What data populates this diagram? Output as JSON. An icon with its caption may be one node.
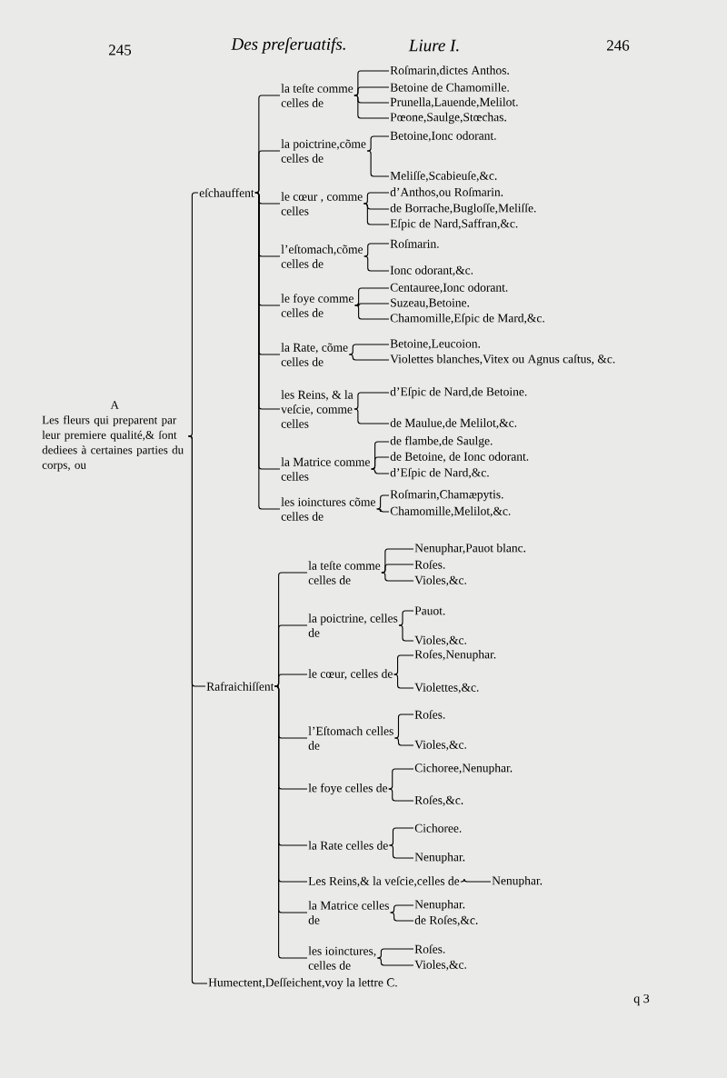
{
  "diagram": {
    "nodes": [
      {
        "text": [
          "A",
          "Les fleurs qui preparent par leur premiere qualité,& ſont dediees à certaines parties du corps, ou"
        ]
      },
      {
        "text": [
          "eſchauffent"
        ]
      },
      {
        "text": [
          "la teſte comme celles de"
        ]
      },
      {
        "text": [
          "Roſmarin,dictes Anthos."
        ]
      },
      {
        "text": [
          "Betoine de Chamomille."
        ]
      },
      {
        "text": [
          "Prunella,Lauende,Melilot."
        ]
      },
      {
        "text": [
          "Pœone,Saulge,Stœchas."
        ]
      },
      {
        "text": [
          "la poictrine,cõme celles de"
        ]
      },
      {
        "text": [
          "Betoine,Ionc odorant."
        ]
      },
      {
        "text": [
          "Meliſſe,Scabieuſe,&c."
        ]
      },
      {
        "text": [
          "le cœur , comme celles"
        ]
      },
      {
        "text": [
          "d’Anthos,ou Roſmarin."
        ]
      },
      {
        "text": [
          "de Borrache,Bugloſſe,Meliſſe."
        ]
      },
      {
        "text": [
          "Eſpic de Nard,Saffran,&c."
        ]
      },
      {
        "text": [
          "l’eſtomach,cõme celles de"
        ]
      },
      {
        "text": [
          "Roſmarin."
        ]
      },
      {
        "text": [
          "Ionc odorant,&c."
        ]
      },
      {
        "text": [
          "le foye comme celles de"
        ]
      },
      {
        "text": [
          "Centauree,Ionc odorant."
        ]
      },
      {
        "text": [
          "Suzeau,Betoine."
        ]
      },
      {
        "text": [
          "Chamomille,Eſpic de Mard,&c."
        ]
      },
      {
        "text": [
          "la Rate, cõme celles de"
        ]
      },
      {
        "text": [
          "Betoine,Leucoion."
        ]
      },
      {
        "text": [
          "Violettes blanches,Vitex ou Agnus caſtus, &c."
        ]
      },
      {
        "text": [
          "les Reins, & la veſcie, comme celles"
        ]
      },
      {
        "text": [
          "d’Eſpic de Nard,de Betoine."
        ]
      },
      {
        "text": [
          "de Maulue,de Melilot,&c."
        ]
      },
      {
        "text": [
          "la Matrice comme celles"
        ]
      },
      {
        "text": [
          "de flambe,de Saulge."
        ]
      },
      {
        "text": [
          "de Betoine, de Ionc odorant."
        ]
      },
      {
        "text": [
          "d’Eſpic de Nard,&c."
        ]
      },
      {
        "text": [
          "les ioinctures cõme celles de"
        ]
      },
      {
        "text": [
          "Roſmarin,Chamæpytis."
        ]
      },
      {
        "text": [
          "Chamomille,Melilot,&c."
        ]
      },
      {
        "text": [
          "Rafraichiſſent"
        ]
      },
      {
        "text": [
          "la teſte comme celles de"
        ]
      },
      {
        "text": [
          "Nenuphar,Pauot blanc."
        ]
      },
      {
        "text": [
          "Roſes."
        ]
      },
      {
        "text": [
          "Violes,&c."
        ]
      },
      {
        "text": [
          "la poictrine, celles de"
        ]
      },
      {
        "text": [
          "Pauot."
        ]
      },
      {
        "text": [
          "Violes,&c."
        ]
      },
      {
        "text": [
          "le cœur, celles de"
        ]
      },
      {
        "text": [
          "Roſes,Nenuphar."
        ]
      },
      {
        "text": [
          "Violettes,&c."
        ]
      },
      {
        "text": [
          "l’Eſtomach celles de"
        ]
      },
      {
        "text": [
          "Roſes."
        ]
      },
      {
        "text": [
          "Violes,&c."
        ]
      },
      {
        "text": [
          "le foye celles de"
        ]
      },
      {
        "text": [
          "Cichoree,Nenuphar."
        ]
      },
      {
        "text": [
          "Roſes,&c."
        ]
      },
      {
        "text": [
          "la Rate celles de"
        ]
      },
      {
        "text": [
          "Cichoree."
        ]
      },
      {
        "text": [
          "Nenuphar."
        ]
      },
      {
        "text": [
          "Les Reins,& la veſcie,celles de"
        ]
      },
      {
        "text": [
          "Nenuphar."
        ]
      },
      {
        "text": [
          "la Matrice celles de"
        ]
      },
      {
        "text": [
          "Nenuphar."
        ]
      },
      {
        "text": [
          "de Roſes,&c."
        ]
      },
      {
        "text": [
          "les ioinctures, celles de"
        ]
      },
      {
        "text": [
          "Roſes."
        ]
      },
      {
        "text": [
          "Violes,&c."
        ]
      },
      {
        "text": [
          "Humectent,Deſſeichent,voy la lettre C."
        ]
      }
    ],
    "edges": [
      {
        "from": 0,
        "to": 1,
        "arrow": "none"
      },
      {
        "from": 0,
        "to": 34,
        "arrow": "none"
      },
      {
        "from": 0,
        "to": 62,
        "arrow": "none"
      },
      {
        "from": 1,
        "to": 2,
        "arrow": "none"
      },
      {
        "from": 1,
        "to": 7,
        "arrow": "none"
      },
      {
        "from": 1,
        "to": 10,
        "arrow": "none"
      },
      {
        "from": 1,
        "to": 14,
        "arrow": "none"
      },
      {
        "from": 1,
        "to": 17,
        "arrow": "none"
      },
      {
        "from": 1,
        "to": 21,
        "arrow": "none"
      },
      {
        "from": 1,
        "to": 24,
        "arrow": "none"
      },
      {
        "from": 1,
        "to": 27,
        "arrow": "none"
      },
      {
        "from": 1,
        "to": 31,
        "arrow": "none"
      },
      {
        "from": 2,
        "to": 3,
        "arrow": "none"
      },
      {
        "from": 2,
        "to": 4,
        "arrow": "none"
      },
      {
        "from": 2,
        "to": 5,
        "arrow": "none"
      },
      {
        "from": 2,
        "to": 6,
        "arrow": "none"
      },
      {
        "from": 7,
        "to": 8,
        "arrow": "none"
      },
      {
        "from": 7,
        "to": 9,
        "arrow": "none"
      },
      {
        "from": 10,
        "to": 11,
        "arrow": "none"
      },
      {
        "from": 10,
        "to": 12,
        "arrow": "none"
      },
      {
        "from": 10,
        "to": 13,
        "arrow": "none"
      },
      {
        "from": 14,
        "to": 15,
        "arrow": "none"
      },
      {
        "from": 14,
        "to": 16,
        "arrow": "none"
      },
      {
        "from": 17,
        "to": 18,
        "arrow": "none"
      },
      {
        "from": 17,
        "to": 19,
        "arrow": "none"
      },
      {
        "from": 17,
        "to": 20,
        "arrow": "none"
      },
      {
        "from": 21,
        "to": 22,
        "arrow": "none"
      },
      {
        "from": 21,
        "to": 23,
        "arrow": "none"
      },
      {
        "from": 24,
        "to": 25,
        "arrow": "none"
      },
      {
        "from": 24,
        "to": 26,
        "arrow": "none"
      },
      {
        "from": 27,
        "to": 28,
        "arrow": "none"
      },
      {
        "from": 27,
        "to": 29,
        "arrow": "none"
      },
      {
        "from": 27,
        "to": 30,
        "arrow": "none"
      },
      {
        "from": 31,
        "to": 32,
        "arrow": "none"
      },
      {
        "from": 31,
        "to": 33,
        "arrow": "none"
      },
      {
        "from": 34,
        "to": 35,
        "arrow": "none"
      },
      {
        "from": 34,
        "to": 39,
        "arrow": "none"
      },
      {
        "from": 34,
        "to": 42,
        "arrow": "none"
      },
      {
        "from": 34,
        "to": 45,
        "arrow": "none"
      },
      {
        "from": 34,
        "to": 48,
        "arrow": "none"
      },
      {
        "from": 34,
        "to": 51,
        "arrow": "none"
      },
      {
        "from": 34,
        "to": 54,
        "arrow": "none"
      },
      {
        "from": 34,
        "to": 56,
        "arrow": "none"
      },
      {
        "from": 34,
        "to": 59,
        "arrow": "none"
      },
      {
        "from": 35,
        "to": 36,
        "arrow": "none"
      },
      {
        "from": 35,
        "to": 37,
        "arrow": "none"
      },
      {
        "from": 35,
        "to": 38,
        "arrow": "none"
      },
      {
        "from": 39,
        "to": 40,
        "arrow": "none"
      },
      {
        "from": 39,
        "to": 41,
        "arrow": "none"
      },
      {
        "from": 42,
        "to": 43,
        "arrow": "none"
      },
      {
        "from": 42,
        "to": 44,
        "arrow": "none"
      },
      {
        "from": 45,
        "to": 46,
        "arrow": "none"
      },
      {
        "from": 45,
        "to": 47,
        "arrow": "none"
      },
      {
        "from": 48,
        "to": 49,
        "arrow": "none"
      },
      {
        "from": 48,
        "to": 50,
        "arrow": "none"
      },
      {
        "from": 51,
        "to": 52,
        "arrow": "none"
      },
      {
        "from": 51,
        "to": 53,
        "arrow": "none"
      },
      {
        "from": 54,
        "to": 55,
        "arrow": "none"
      },
      {
        "from": 56,
        "to": 57,
        "arrow": "none"
      },
      {
        "from": 56,
        "to": 58,
        "arrow": "none"
      },
      {
        "from": 59,
        "to": 60,
        "arrow": "none"
      },
      {
        "from": 59,
        "to": 61,
        "arrow": "none"
      }
    ],
    "labels": [
      "245",
      "Des preſeruatifs.",
      "Liure I.",
      "246",
      "q 3"
    ]
  }
}
